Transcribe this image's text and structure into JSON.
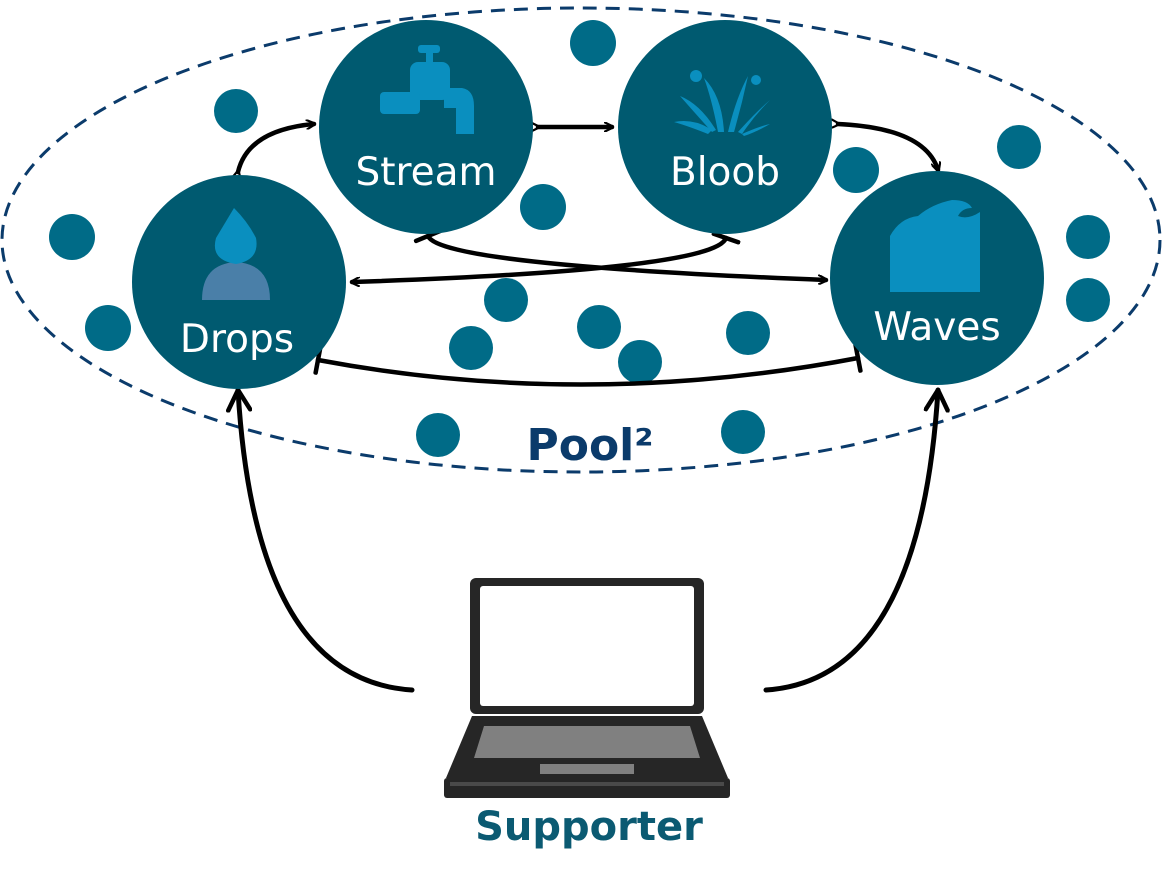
{
  "pool": {
    "title": "Pool²"
  },
  "nodes": {
    "stream": {
      "label": "Stream",
      "icon": "faucet-icon"
    },
    "bloob": {
      "label": "Bloob",
      "icon": "splash-icon"
    },
    "drops": {
      "label": "Drops",
      "icon": "droplet-person-icon"
    },
    "waves": {
      "label": "Waves",
      "icon": "wave-icon"
    }
  },
  "supporter": {
    "label": "Supporter",
    "icon": "laptop-icon"
  },
  "colors": {
    "node_fill": "#005a70",
    "dot_fill": "#006b87",
    "icon_fill": "#0a8fbf",
    "pool_border": "#0b3b6b",
    "arrow": "#000000"
  }
}
